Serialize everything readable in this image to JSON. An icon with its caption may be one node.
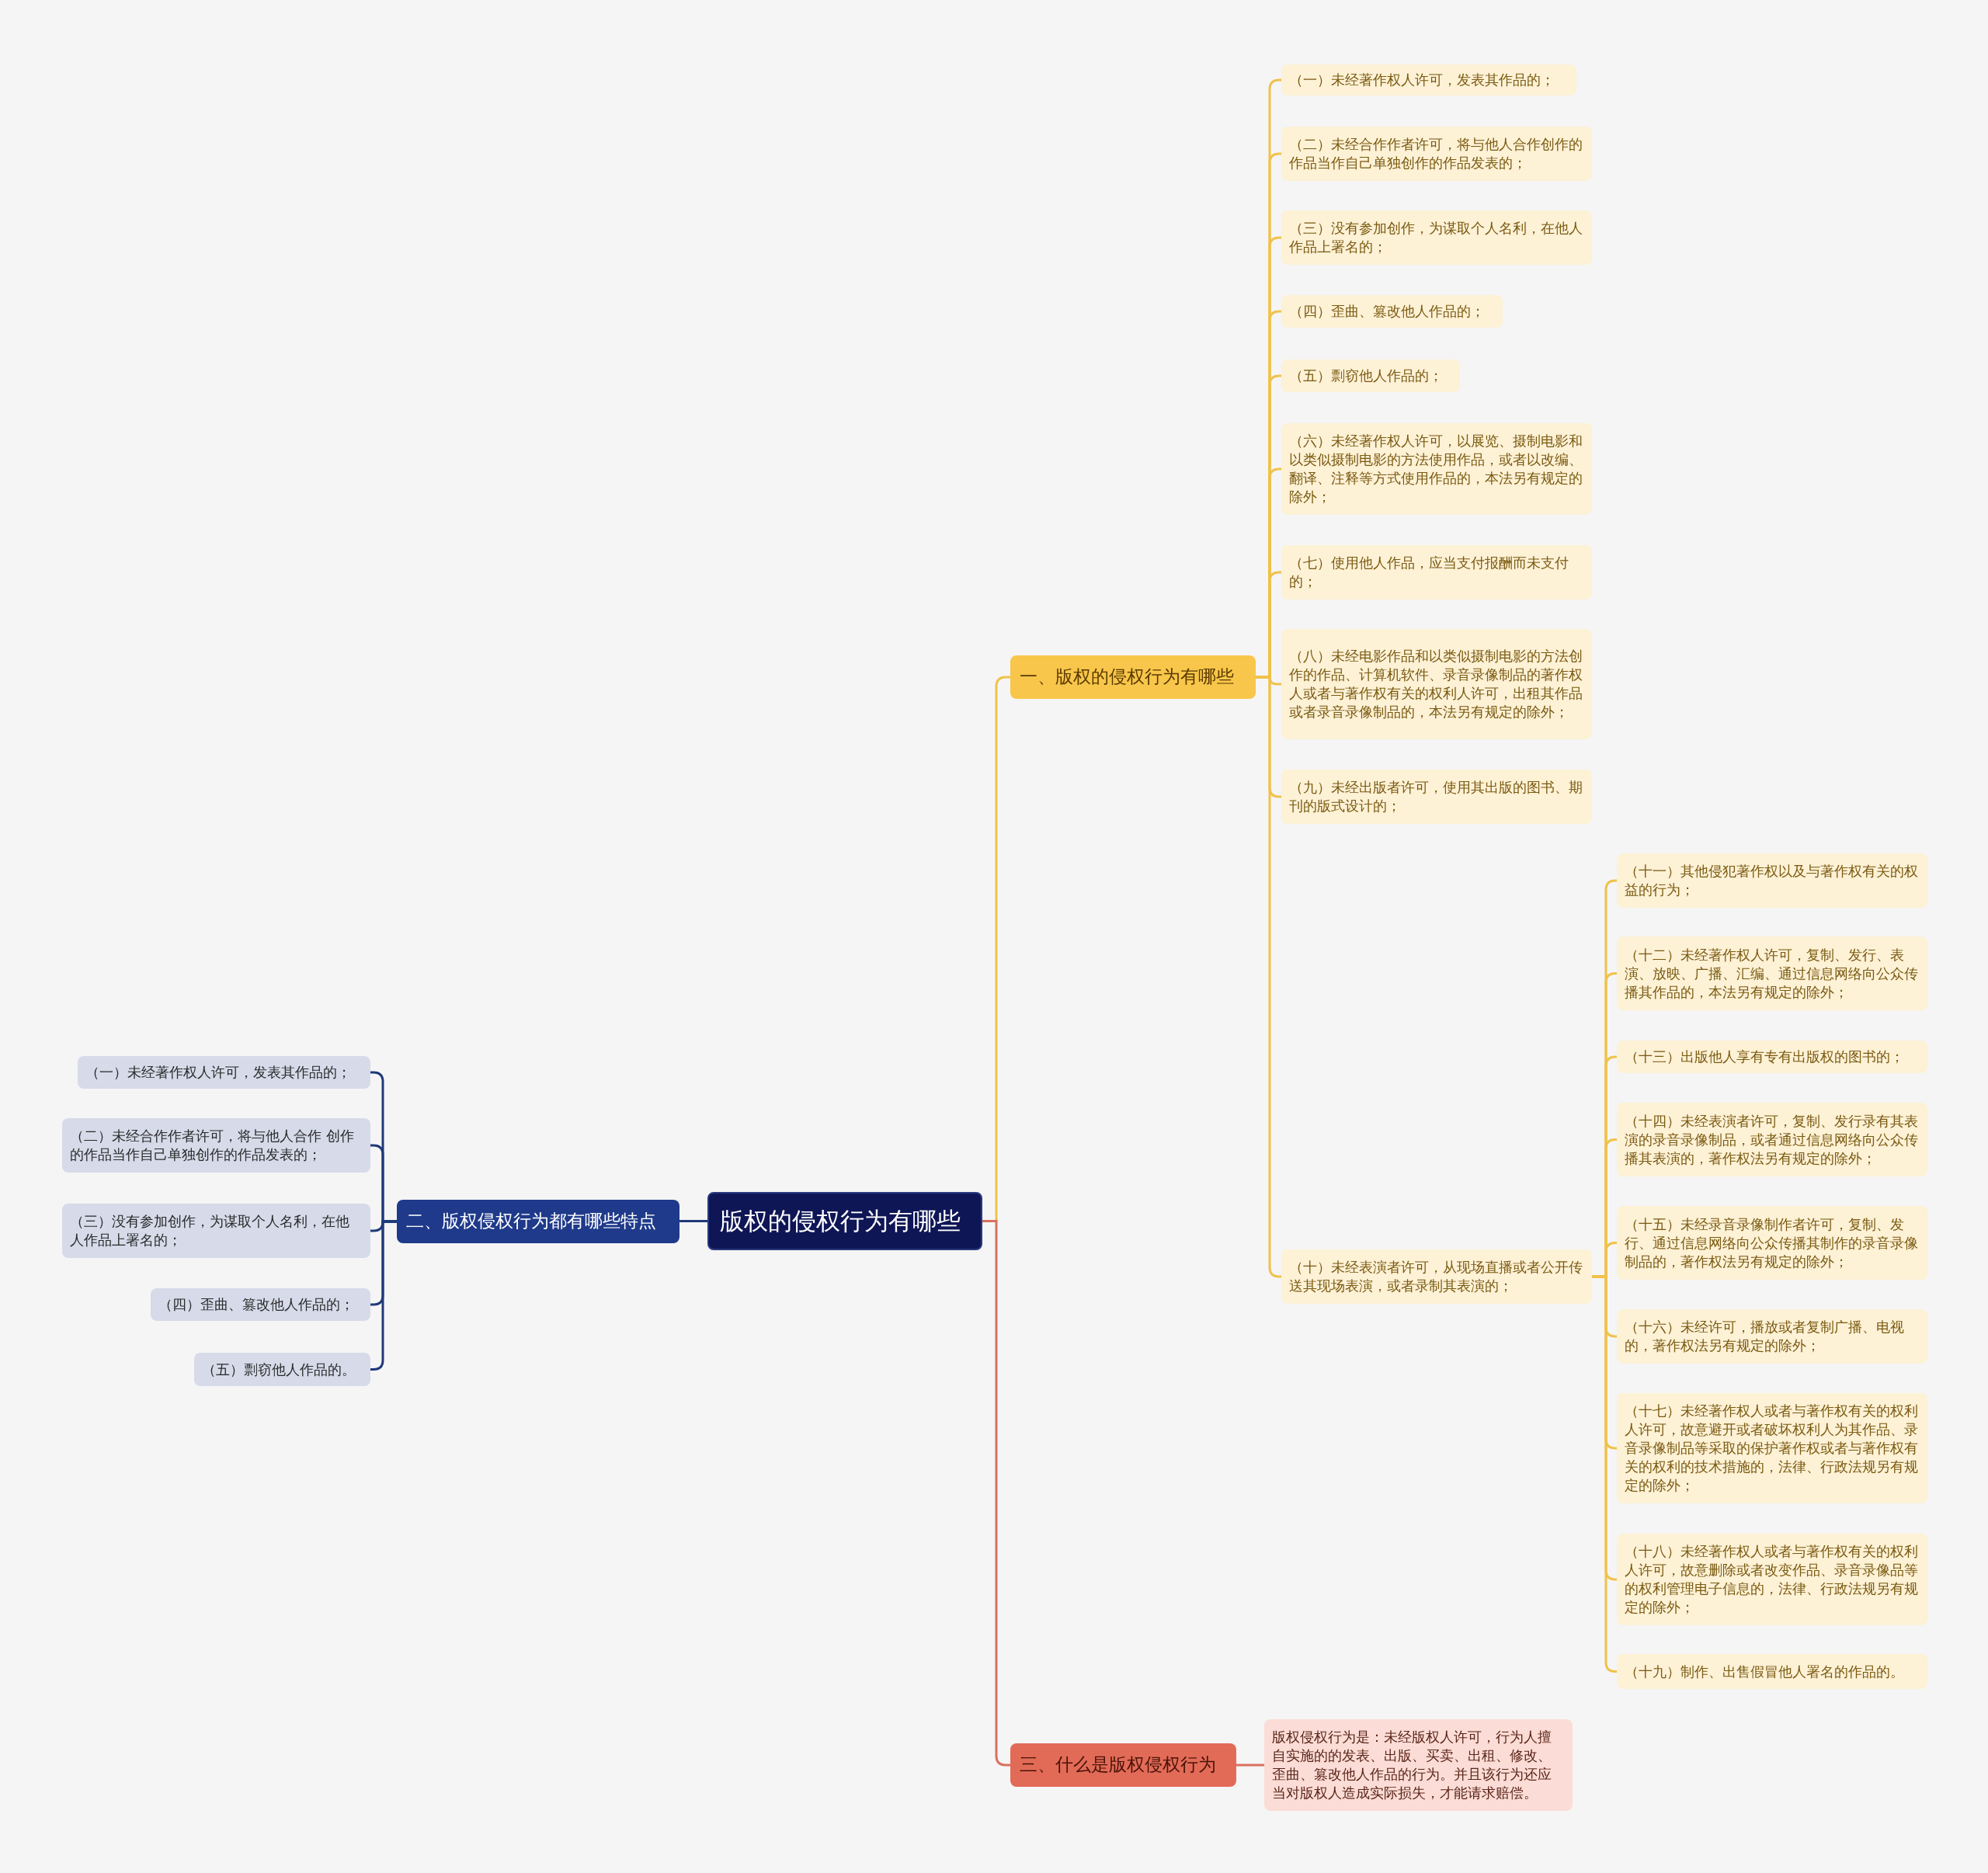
{
  "diagram": {
    "nodes": [
      {
        "text": [
          "版权的侵权行为有哪些"
        ]
      },
      {
        "text": [
          "一、版权的侵权行为有哪些"
        ]
      },
      {
        "text": [
          "（一）未经著作权人许可，发表其作品的；"
        ]
      },
      {
        "text": [
          "（二）未经合作作者许可，将与他人合作创作的作品当作自己单独创作的作品发表的；"
        ]
      },
      {
        "text": [
          "（三）没有参加创作，为谋取个人名利，在他人作品上署名的；"
        ]
      },
      {
        "text": [
          "（四）歪曲、篡改他人作品的；"
        ]
      },
      {
        "text": [
          "（五）剽窃他人作品的；"
        ]
      },
      {
        "text": [
          "（六）未经著作权人许可，以展览、摄制电影和以类似摄制电影的方法使用作品，或者以改编、翻译、注释等方式使用作品的，本法另有规定的除外；"
        ]
      },
      {
        "text": [
          "（七）使用他人作品，应当支付报酬而未支付的；"
        ]
      },
      {
        "text": [
          "（八）未经电影作品和以类似摄制电影的方法创作的作品、计算机软件、录音录像制品的著作权人或者与著作权有关的权利人许可，出租其作品或者录音录像制品的，本法另有规定的除外；"
        ]
      },
      {
        "text": [
          "（九）未经出版者许可，使用其出版的图书、期刊的版式设计的；"
        ]
      },
      {
        "text": [
          "（十）未经表演者许可，从现场直播或者公开传送其现场表演，或者录制其表演的；"
        ]
      },
      {
        "text": [
          "（十一）其他侵犯著作权以及与著作权有关的权益的行为；"
        ]
      },
      {
        "text": [
          "（十二）未经著作权人许可，复制、发行、表演、放映、广播、汇编、通过信息网络向公众传播其作品的，本法另有规定的除外；"
        ]
      },
      {
        "text": [
          "（十三）出版他人享有专有出版权的图书的；"
        ]
      },
      {
        "text": [
          "（十四）未经表演者许可，复制、发行录有其表演的录音录像制品，或者通过信息网络向公众传播其表演的，著作权法另有规定的除外；"
        ]
      },
      {
        "text": [
          "（十五）未经录音录像制作者许可，复制、发行、通过信息网络向公众传播其制作的录音录像制品的，著作权法另有规定的除外；"
        ]
      },
      {
        "text": [
          "（十六）未经许可，播放或者复制广播、电视的，著作权法另有规定的除外；"
        ]
      },
      {
        "text": [
          "（十七）未经著作权人或者与著作权有关的权利人许可，故意避开或者破坏权利人为其作品、录音录像制品等采取的保护著作权或者与著作权有关的权利的技术措施的，法律、行政法规另有规定的除外；"
        ]
      },
      {
        "text": [
          "（十八）未经著作权人或者与著作权有关的权利人许可，故意删除或者改变作品、录音录像品等的权利管理电子信息的，法律、行政法规另有规定的除外；"
        ]
      },
      {
        "text": [
          "（十九）制作、出售假冒他人署名的作品的。"
        ]
      },
      {
        "text": [
          "二、版权侵权行为都有哪些特点"
        ]
      },
      {
        "text": [
          "（一）未经著作权人许可，发表其作品的；"
        ]
      },
      {
        "text": [
          "（二）未经合作作者许可，将与他人合作 创作的作品当作自己单独创作的作品发表的；"
        ]
      },
      {
        "text": [
          "（三）没有参加创作，为谋取个人名利，在他人作品上署名的；"
        ]
      },
      {
        "text": [
          "（四）歪曲、篡改他人作品的；"
        ]
      },
      {
        "text": [
          "（五）剽窃他人作品的。"
        ]
      },
      {
        "text": [
          "三、什么是版权侵权行为"
        ]
      },
      {
        "text": [
          "版权侵权行为是：未经版权人许可，行为人擅自实施的的发表、出版、买卖、出租、修改、歪曲、篡改他人作品的行为。并且该行为还应当对版权人造成实际损失，才能请求赔偿。"
        ]
      }
    ],
    "edges": [
      {
        "from": 0,
        "to": 1,
        "arrow": "none"
      },
      {
        "from": 1,
        "to": 2,
        "arrow": "none"
      },
      {
        "from": 1,
        "to": 3,
        "arrow": "none"
      },
      {
        "from": 1,
        "to": 4,
        "arrow": "none"
      },
      {
        "from": 1,
        "to": 5,
        "arrow": "none"
      },
      {
        "from": 1,
        "to": 6,
        "arrow": "none"
      },
      {
        "from": 1,
        "to": 7,
        "arrow": "none"
      },
      {
        "from": 1,
        "to": 8,
        "arrow": "none"
      },
      {
        "from": 1,
        "to": 9,
        "arrow": "none"
      },
      {
        "from": 1,
        "to": 10,
        "arrow": "none"
      },
      {
        "from": 1,
        "to": 11,
        "arrow": "none"
      },
      {
        "from": 11,
        "to": 12,
        "arrow": "none"
      },
      {
        "from": 11,
        "to": 13,
        "arrow": "none"
      },
      {
        "from": 11,
        "to": 14,
        "arrow": "none"
      },
      {
        "from": 11,
        "to": 15,
        "arrow": "none"
      },
      {
        "from": 11,
        "to": 16,
        "arrow": "none"
      },
      {
        "from": 11,
        "to": 17,
        "arrow": "none"
      },
      {
        "from": 11,
        "to": 18,
        "arrow": "none"
      },
      {
        "from": 11,
        "to": 19,
        "arrow": "none"
      },
      {
        "from": 11,
        "to": 20,
        "arrow": "none"
      },
      {
        "from": 0,
        "to": 21,
        "arrow": "none",
        "color": "#1f3a7a"
      },
      {
        "from": 21,
        "to": 22,
        "arrow": "none",
        "color": "#1f3a7a"
      },
      {
        "from": 21,
        "to": 23,
        "arrow": "none",
        "color": "#1f3a7a"
      },
      {
        "from": 21,
        "to": 24,
        "arrow": "none",
        "color": "#1f3a7a"
      },
      {
        "from": 21,
        "to": 25,
        "arrow": "none",
        "color": "#1f3a7a"
      },
      {
        "from": 21,
        "to": 26,
        "arrow": "none",
        "color": "#1f3a7a"
      },
      {
        "from": 0,
        "to": 27,
        "arrow": "none",
        "color": "#d9705f"
      },
      {
        "from": 27,
        "to": 28,
        "arrow": "none",
        "color": "#d9705f"
      }
    ]
  }
}
